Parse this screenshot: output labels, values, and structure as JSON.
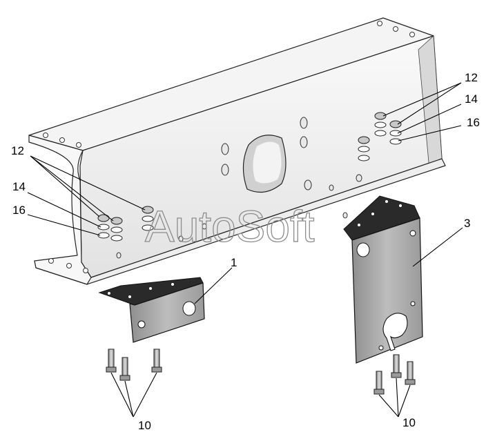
{
  "watermark": "AutoSoft",
  "callouts": {
    "nut_right": "12",
    "lock_washer_right": "14",
    "washer_right": "16",
    "nut_left": "12",
    "lock_washer_left": "14",
    "washer_left": "16",
    "bracket_small": "1",
    "bracket_large": "3",
    "bolts_left": "10",
    "bolts_right": "10"
  },
  "colors": {
    "beam_top": "#f0f0f0",
    "beam_front": "#e6e6e6",
    "bracket_dark": "#2a2a2a",
    "bracket_face": "#a8a8a8",
    "hardware": "#bdbdbd"
  }
}
